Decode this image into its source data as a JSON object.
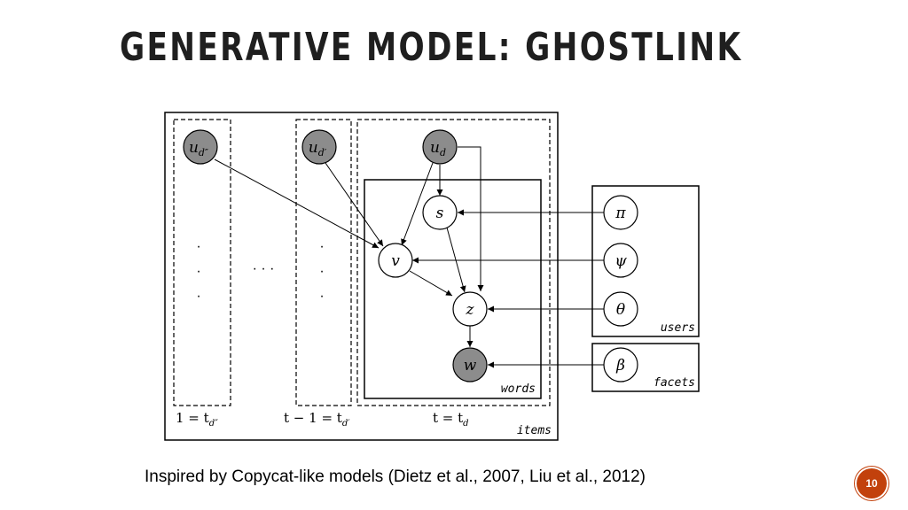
{
  "slide": {
    "title": "GENERATIVE MODEL: GHOSTLINK",
    "caption": "Inspired by Copycat-like models (Dietz et al., 2007, Liu et al., 2012)",
    "page_number": "10"
  },
  "diagram": {
    "plates": {
      "items": "items",
      "words": "words",
      "users": "users",
      "facets": "facets"
    },
    "nodes": {
      "u_dpp": {
        "base": "u",
        "sub": "d″"
      },
      "u_dp": {
        "base": "u",
        "sub": "d′"
      },
      "u_d": {
        "base": "u",
        "sub": "d"
      },
      "s": "s",
      "v": "v",
      "z": "z",
      "w": "w",
      "pi": "π",
      "psi": "ψ",
      "theta": "θ",
      "beta": "β"
    },
    "time_labels": {
      "first": {
        "left": "1 = t",
        "sub": "d″"
      },
      "prev": {
        "left": "t − 1 = t",
        "sub": "d′"
      },
      "current": {
        "left": "t = t",
        "sub": "d"
      }
    },
    "ellipsis": {
      "vertical": "·",
      "horizontal": "· · ·"
    },
    "colors": {
      "observed": "#8c8c8c",
      "latent": "#ffffff",
      "stroke": "#000000",
      "badge": "#c2410c"
    }
  }
}
